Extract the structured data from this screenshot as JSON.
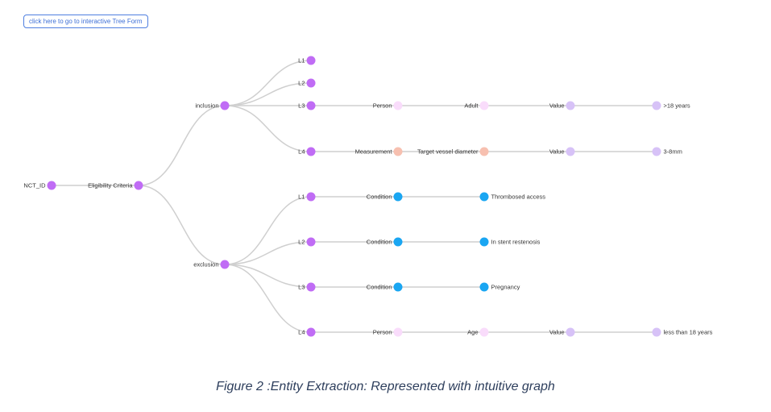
{
  "button": {
    "label": "click here to go to interactive Tree Form"
  },
  "caption": "Figure 2 :Entity Extraction: Represented with intuitive graph",
  "colors": {
    "link": "#cfcfcf",
    "structure": "#c06cf5",
    "person": "#f9dcfb",
    "value": "#d7c2f7",
    "measurement": "#f7c0b0",
    "condition": "#1aa6f2"
  },
  "tree": {
    "root": {
      "label": "NCT_ID"
    },
    "criteria": {
      "label": "Eligibility Criteria"
    },
    "groups": [
      {
        "label": "inclusion",
        "rows": [
          {
            "label": "L1",
            "chain": []
          },
          {
            "label": "L2",
            "chain": []
          },
          {
            "label": "L3",
            "chain": [
              {
                "label": "Person",
                "kind": "person"
              },
              {
                "label": "Adult",
                "kind": "person"
              },
              {
                "label": "Value",
                "kind": "value"
              },
              {
                "label": ">18 years",
                "kind": "value"
              }
            ]
          },
          {
            "label": "L4",
            "chain": [
              {
                "label": "Measurement",
                "kind": "measurement"
              },
              {
                "label": "Target vessel diameter",
                "kind": "measurement"
              },
              {
                "label": "Value",
                "kind": "value"
              },
              {
                "label": "3-8mm",
                "kind": "value"
              }
            ]
          }
        ]
      },
      {
        "label": "exclusion",
        "rows": [
          {
            "label": "L1",
            "chain": [
              {
                "label": "Condition",
                "kind": "condition"
              },
              {
                "label": "Thrombosed access",
                "kind": "condition"
              }
            ]
          },
          {
            "label": "L2",
            "chain": [
              {
                "label": "Condition",
                "kind": "condition"
              },
              {
                "label": "In stent restenosis",
                "kind": "condition"
              }
            ]
          },
          {
            "label": "L3",
            "chain": [
              {
                "label": "Condition",
                "kind": "condition"
              },
              {
                "label": "Pregnancy",
                "kind": "condition"
              }
            ]
          },
          {
            "label": "L4",
            "chain": [
              {
                "label": "Person",
                "kind": "person"
              },
              {
                "label": "Age",
                "kind": "person"
              },
              {
                "label": "Value",
                "kind": "value"
              },
              {
                "label": "less than 18 years",
                "kind": "value"
              }
            ]
          }
        ]
      }
    ]
  }
}
